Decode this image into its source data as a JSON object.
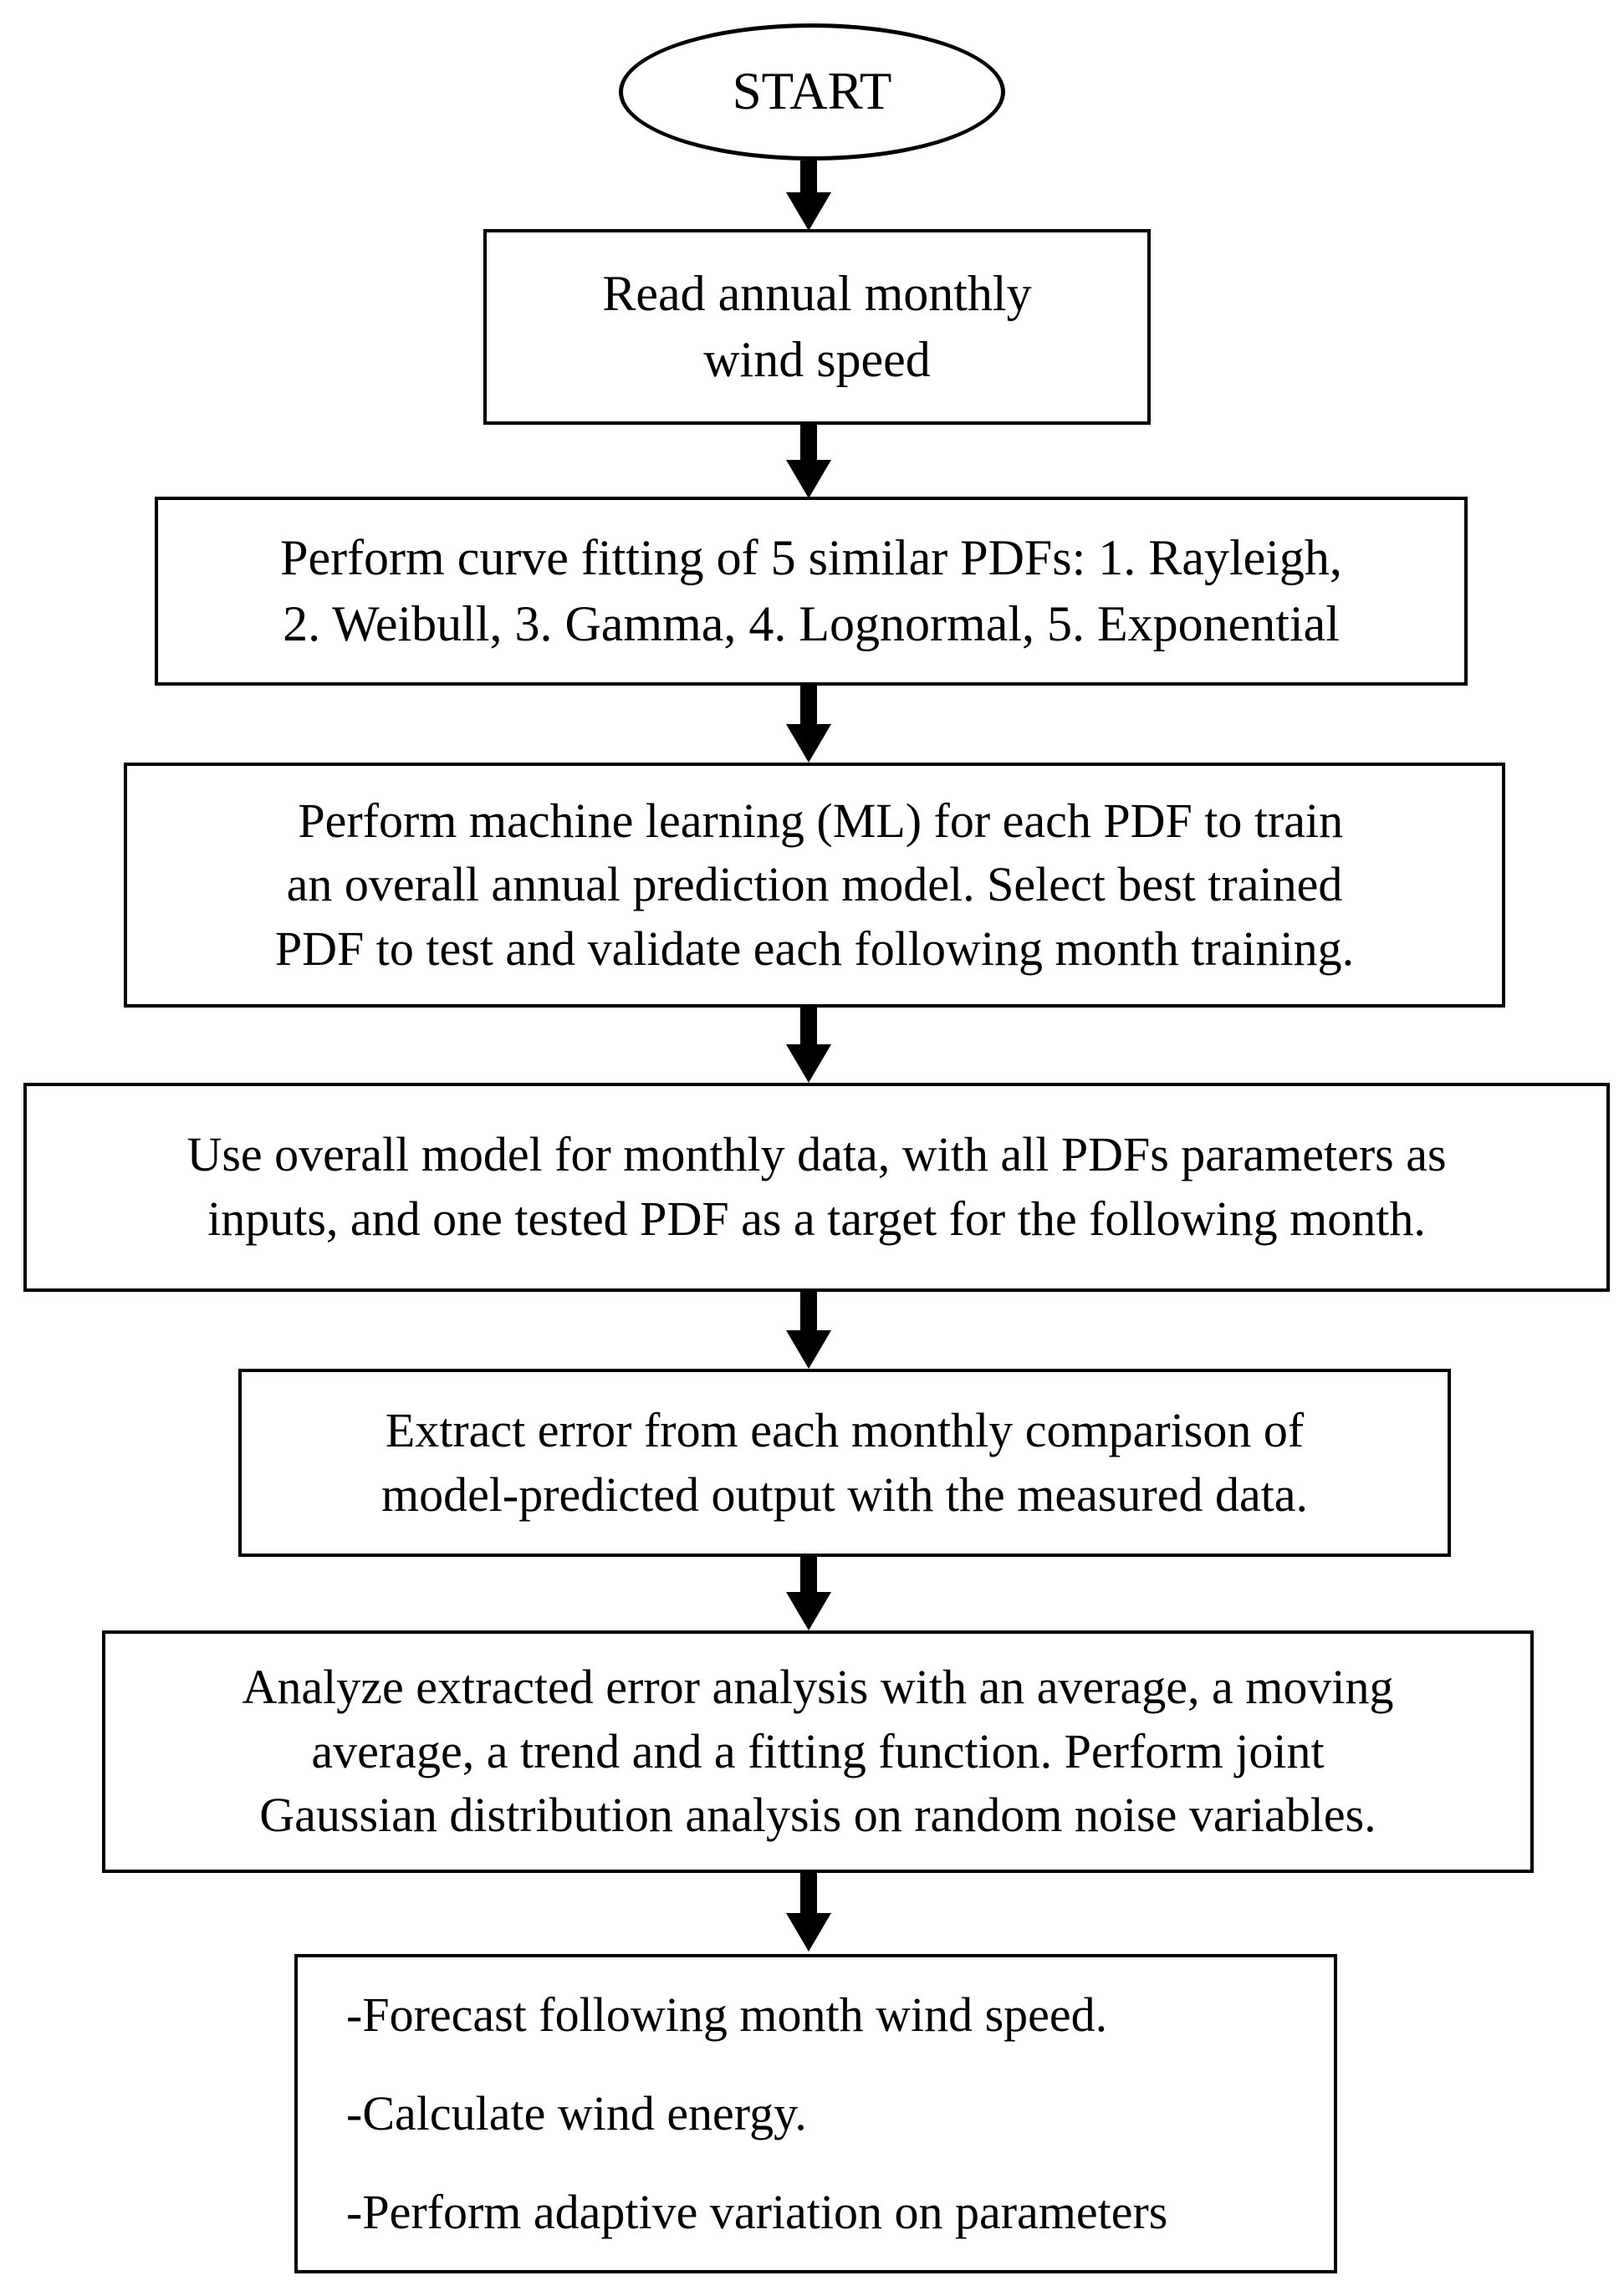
{
  "diagram": {
    "title": "Wind speed forecasting methodology flowchart",
    "background_color": "#ffffff",
    "stroke_color": "#000000",
    "nodes": [
      {
        "id": "start",
        "shape": "ellipse",
        "lines": [
          "START"
        ]
      },
      {
        "id": "read-wind-speed",
        "shape": "rect",
        "lines": [
          "Read annual monthly",
          "wind speed"
        ]
      },
      {
        "id": "curve-fitting",
        "shape": "rect",
        "lines": [
          "Perform curve fitting of 5 similar PDFs: 1. Rayleigh,",
          "2. Weibull, 3. Gamma, 4. Lognormal, 5. Exponential"
        ]
      },
      {
        "id": "machine-learning",
        "shape": "rect",
        "lines": [
          " Perform machine learning (ML) for each PDF to train",
          "an overall annual prediction model. Select best trained",
          "PDF to test and validate each following month training."
        ]
      },
      {
        "id": "use-overall-model",
        "shape": "rect",
        "lines": [
          "Use overall model for monthly data, with all PDFs parameters as",
          "inputs, and one tested PDF as a target for the following month."
        ]
      },
      {
        "id": "extract-error",
        "shape": "rect",
        "lines": [
          "Extract error from each monthly comparison of",
          "model-predicted output with the measured data."
        ]
      },
      {
        "id": "analyze-error",
        "shape": "rect",
        "lines": [
          "Analyze extracted error analysis with an average, a moving",
          "average, a trend and a fitting function. Perform joint",
          "Gaussian distribution analysis on random noise variables."
        ]
      },
      {
        "id": "outputs",
        "shape": "rect",
        "lines": [
          "-Forecast following month wind speed.",
          "-Calculate wind energy.",
          "-Perform adaptive variation on parameters"
        ]
      }
    ],
    "connectors": [
      {
        "id": "start-to-read",
        "from": "start",
        "to": "read-wind-speed"
      },
      {
        "id": "read-to-curve-fitting",
        "from": "read-wind-speed",
        "to": "curve-fitting"
      },
      {
        "id": "curve-fitting-to-ml",
        "from": "curve-fitting",
        "to": "machine-learning"
      },
      {
        "id": "ml-to-overall-model",
        "from": "machine-learning",
        "to": "use-overall-model"
      },
      {
        "id": "overall-model-to-extract-error",
        "from": "use-overall-model",
        "to": "extract-error"
      },
      {
        "id": "extract-error-to-analyze",
        "from": "extract-error",
        "to": "analyze-error"
      },
      {
        "id": "analyze-to-outputs",
        "from": "analyze-error",
        "to": "outputs"
      }
    ]
  }
}
